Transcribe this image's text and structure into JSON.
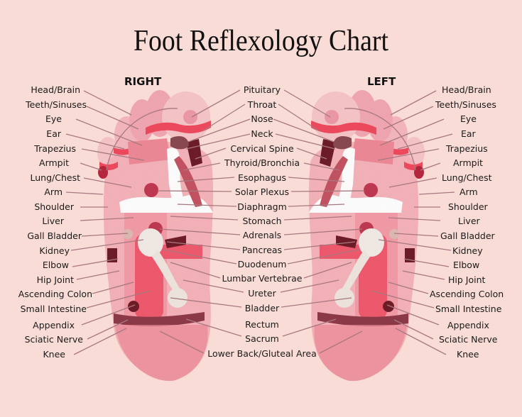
{
  "title": "Foot Reflexology Chart",
  "headings": {
    "right": "RIGHT",
    "left": "LEFT"
  },
  "colors": {
    "background": "#FADCD6",
    "skin_light": "#F6B8BE",
    "skin_mid": "#F08C98",
    "skin_dark": "#E8707F",
    "red_band": "#F04A5E",
    "maroon": "#6E1E28",
    "rose": "#C45463",
    "white_zone": "#FFFFFF",
    "cream": "#F2E8E2",
    "waist_band": "#8E3A48",
    "leader_line": "#A87880",
    "text": "#1A1A1A"
  },
  "labels": {
    "right_foot": [
      "Head/Brain",
      "Teeth/Sinuses",
      "Eye",
      "Ear",
      "Trapezius",
      "Armpit",
      "Lung/Chest",
      "Arm",
      "Shoulder",
      "Liver",
      "Gall Bladder",
      "Kidney",
      "Elbow",
      "Hip Joint",
      "Ascending Colon",
      "Small Intestine",
      "Appendix",
      "Sciatic Nerve",
      "Knee"
    ],
    "center": [
      "Pituitary",
      "Throat",
      "Nose",
      "Neck",
      "Cervical Spine",
      "Thyroid/Bronchia",
      "Esophagus",
      "Solar Plexus",
      "Diaphragm",
      "Stomach",
      "Adrenals",
      "Pancreas",
      "Duodenum",
      "Lumbar Vertebrae",
      "Ureter",
      "Bladder",
      "Rectum",
      "Sacrum",
      "Lower Back/Gluteal Area"
    ],
    "left_foot": [
      "Head/Brain",
      "Teeth/Sinuses",
      "Eye",
      "Ear",
      "Trapezius",
      "Armpit",
      "Lung/Chest",
      "Arm",
      "Shoulder",
      "Liver",
      "Gall Bladder",
      "Kidney",
      "Elbow",
      "Hip Joint",
      "Ascending Colon",
      "Small Intestine",
      "Appendix",
      "Sciatic Nerve",
      "Knee"
    ]
  }
}
